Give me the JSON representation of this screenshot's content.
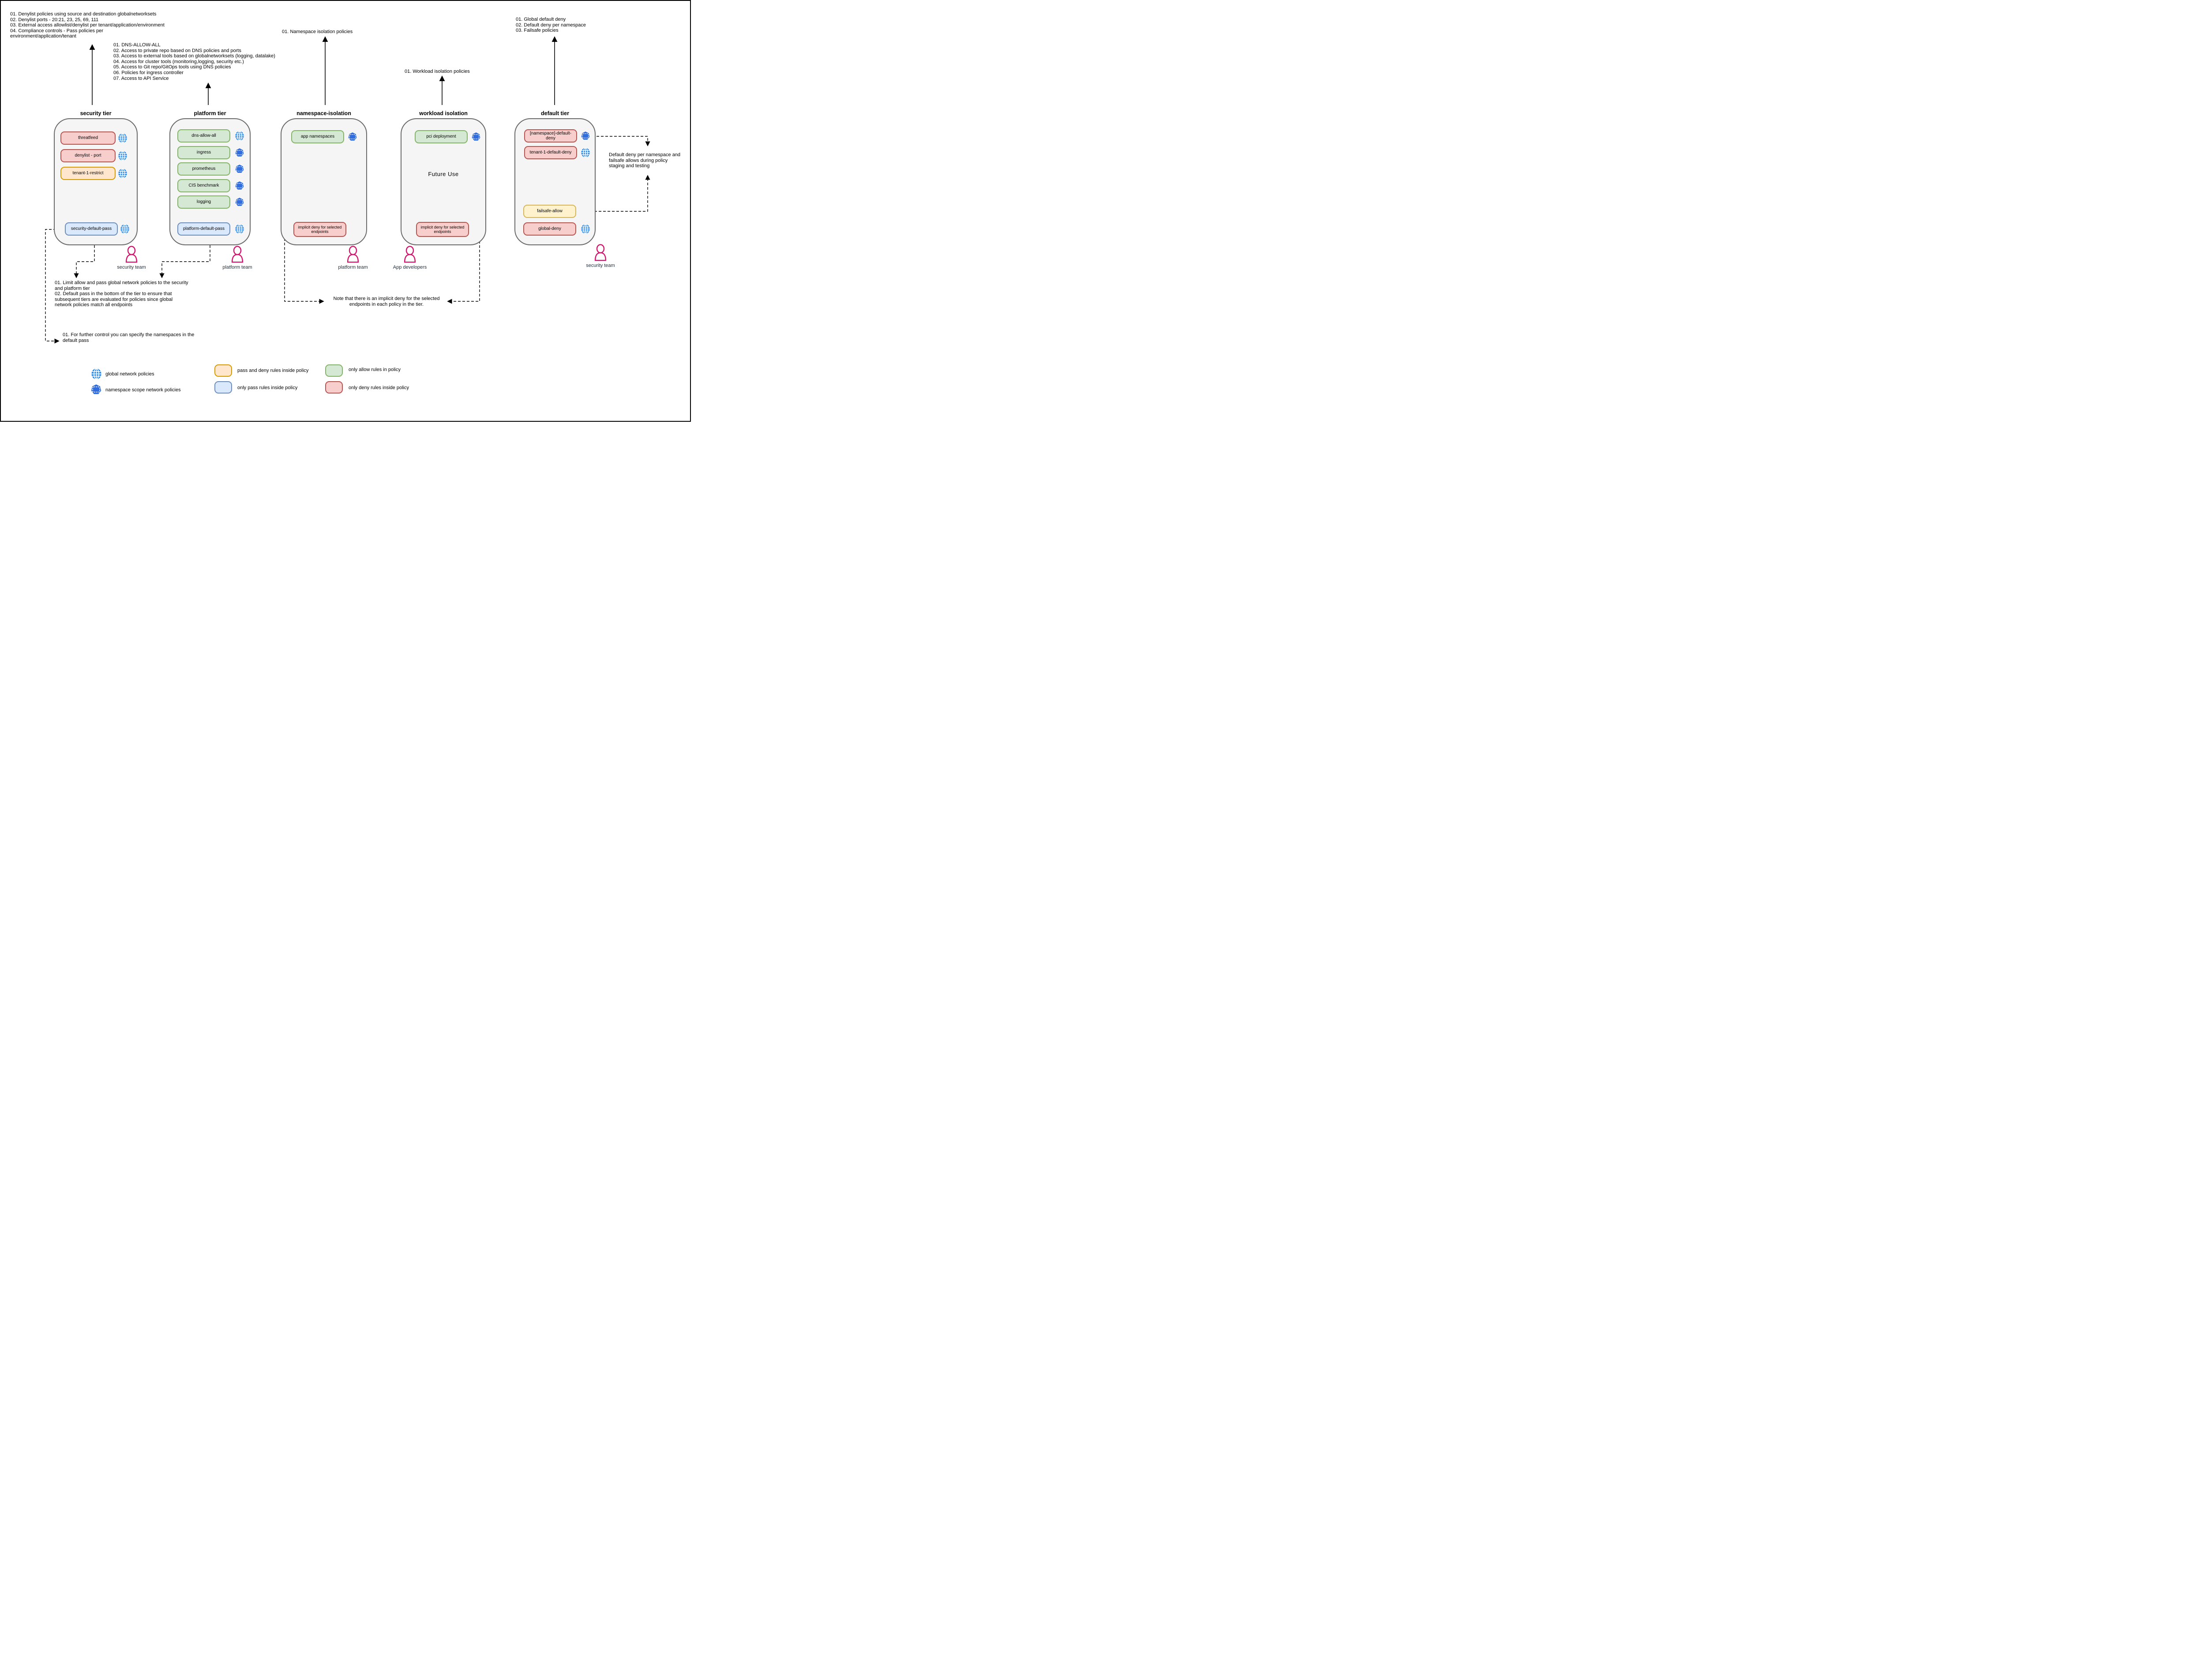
{
  "page": {
    "title": "Kubernetes network policy tiers diagram"
  },
  "colors": {
    "tier_fill": "#f5f5f5",
    "tier_border": "#696969",
    "deny_fill": "#f8cecc",
    "deny_border": "#b85450",
    "allow_fill": "#d5e8d4",
    "allow_border": "#82b366",
    "pass_deny_fill": "#ffe6cc",
    "pass_deny_border": "#d79b00",
    "failsafe_fill": "#fff2cc",
    "failsafe_border": "#d6b656",
    "pass_fill": "#dae8fc",
    "pass_border": "#6c8ebf",
    "globe_icon": "#1e86ee",
    "namespace_icon": "#2e6ce0",
    "person_icon": "#d3146e",
    "team_label": "#23303e"
  },
  "annotations": {
    "security_tier_notes": "01. Denylist policies using source and destination globalnetworksets\n02. Denylist ports - 20:21, 23, 25, 69, 111\n03. External access allowlist/denylist per tenant/application/environment\n04. Compliance controls - Pass policies per\nenvironment/application/tenant",
    "platform_tier_notes": "01. DNS-ALLOW-ALL\n02. Access to private repo based on DNS policies and ports\n03. Access to external tools based on globalnetworksets (logging, datalake)\n04. Access for cluster tools (monitoring,logging, security etc.)\n05. Access to Git repo/GitOps tools using DNS policies\n06. Policies for ingress controller\n07. Access to API Service",
    "namespace_tier_note": "01. Namespace isolation policies",
    "workload_tier_note": "01. Workload isolation policies",
    "default_tier_notes": "01. Global default deny\n02. Default deny per namespace\n03. Failsafe policies",
    "limit_allow_note": "01. Limit allow and pass global network policies to the security\nand platform tier\n02. Default pass in the bottom of the tier to ensure that\nsubsequent tiers are evaluated for policies since global\nnetwork policies match all endpoints",
    "further_control_note": "01. For further control you can specify the namespaces in the\ndefault pass",
    "implicit_deny_note": "Note that there is an implicit deny for the selected\nendpoints in each policy in the tier.",
    "default_deny_note": "Default deny per namespace and\nfailsafe allows during policy\nstaging and testing"
  },
  "tiers": [
    {
      "title": "security tier",
      "policies": [
        {
          "label": "threatfeed",
          "rule_type": "only deny rules",
          "icon": "globe"
        },
        {
          "label": "denylist - port",
          "rule_type": "only deny rules",
          "icon": "globe"
        },
        {
          "label": "tenant-1-restrict",
          "rule_type": "pass and deny rules",
          "icon": "globe"
        },
        {
          "label": "security-default-pass",
          "rule_type": "only pass rules",
          "icon": "globe"
        }
      ]
    },
    {
      "title": "platform tier",
      "policies": [
        {
          "label": "dns-allow-all",
          "rule_type": "only allow rules",
          "icon": "globe"
        },
        {
          "label": "ingress",
          "rule_type": "only allow rules",
          "icon": "namespace"
        },
        {
          "label": "prometheus",
          "rule_type": "only allow rules",
          "icon": "namespace"
        },
        {
          "label": "CIS benchmark",
          "rule_type": "only allow rules",
          "icon": "namespace"
        },
        {
          "label": "logging",
          "rule_type": "only allow rules",
          "icon": "namespace"
        },
        {
          "label": "platform-default-pass",
          "rule_type": "only pass rules",
          "icon": "globe"
        }
      ]
    },
    {
      "title": "namespace-isolation",
      "policies": [
        {
          "label": "app namespaces",
          "rule_type": "only allow rules",
          "icon": "namespace"
        },
        {
          "label": "implicit deny for selected endpoints",
          "rule_type": "only deny rules",
          "icon": ""
        }
      ]
    },
    {
      "title": "workload isolation",
      "center_label": "Future Use",
      "policies": [
        {
          "label": "pci deployment",
          "rule_type": "only allow rules",
          "icon": "namespace"
        },
        {
          "label": "implicit deny for selected endpoints",
          "rule_type": "only deny rules",
          "icon": ""
        }
      ]
    },
    {
      "title": "default tier",
      "policies": [
        {
          "label": "[namespace]-default-deny",
          "rule_type": "only deny rules",
          "icon": "namespace"
        },
        {
          "label": "tenant-1-default-deny",
          "rule_type": "only deny rules",
          "icon": "globe"
        },
        {
          "label": "failsafe-allow",
          "rule_type": "pass and deny rules",
          "icon": ""
        },
        {
          "label": "global-deny",
          "rule_type": "only deny rules",
          "icon": "globe"
        }
      ]
    }
  ],
  "teams": [
    {
      "label": "security team"
    },
    {
      "label": "platform team"
    },
    {
      "label": "platform team"
    },
    {
      "label": "App developers"
    },
    {
      "label": "security team"
    }
  ],
  "legend": {
    "items": [
      {
        "icon": "globe",
        "label": "global network policies"
      },
      {
        "swatch": "orange",
        "label": "pass and deny rules inside policy"
      },
      {
        "swatch": "green",
        "label": "only allow rules in policy"
      },
      {
        "icon": "namespace",
        "label": "namespace scope network policies"
      },
      {
        "swatch": "blue",
        "label": "only pass rules inside policy"
      },
      {
        "swatch": "red",
        "label": "only deny rules inside policy"
      }
    ]
  }
}
